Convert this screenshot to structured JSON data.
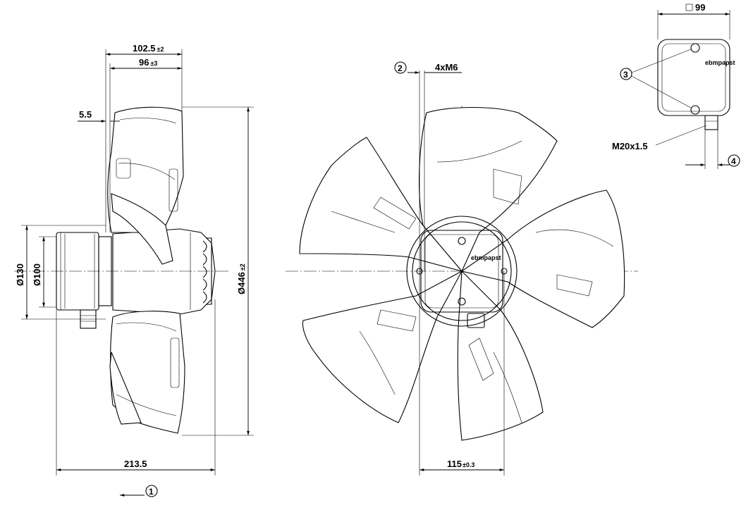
{
  "side_view": {
    "dim_overall_depth": "102.5",
    "dim_overall_depth_tol": "±2",
    "dim_blade_depth": "96",
    "dim_blade_depth_tol": "±3",
    "dim_offset": "5.5",
    "dim_motor_outer_dia": "Ø130",
    "dim_motor_inner_dia": "Ø100",
    "dim_diameter": "Ø446",
    "dim_diameter_tol": "±2",
    "dim_total_length": "213.5",
    "flow_marker": "1"
  },
  "front_view": {
    "marker_hole": "2",
    "thread_label": "4xM6",
    "dim_bolt_spacing": "115",
    "dim_bolt_spacing_tol": "±0.3",
    "brand_small": "ebmpapst"
  },
  "terminal_box": {
    "dim_square": "99",
    "marker_screws": "3",
    "marker_cable": "4",
    "cable_thread": "M20x1.5",
    "brand_small": "ebmpapst"
  }
}
